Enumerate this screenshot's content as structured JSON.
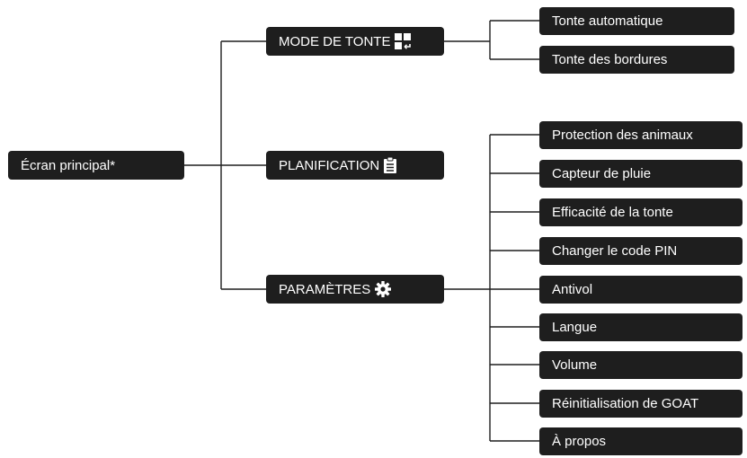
{
  "root": {
    "label": "Écran principal*"
  },
  "branches": [
    {
      "label": "MODE DE TONTE",
      "icon": "mowing-mode-icon",
      "children": [
        "Tonte automatique",
        "Tonte des bordures"
      ]
    },
    {
      "label": "PLANIFICATION",
      "icon": "clipboard-icon",
      "children": []
    },
    {
      "label": "PARAMÈTRES",
      "icon": "gear-icon",
      "children": [
        "Protection des animaux",
        "Capteur de pluie",
        "Efficacité de la tonte",
        "Changer le code PIN",
        "Antivol",
        "Langue",
        "Volume",
        "Réinitialisation de GOAT",
        "À propos"
      ]
    }
  ],
  "colors": {
    "node": "#1e1e1e",
    "line": "#1e1e1e",
    "text": "#ffffff"
  }
}
